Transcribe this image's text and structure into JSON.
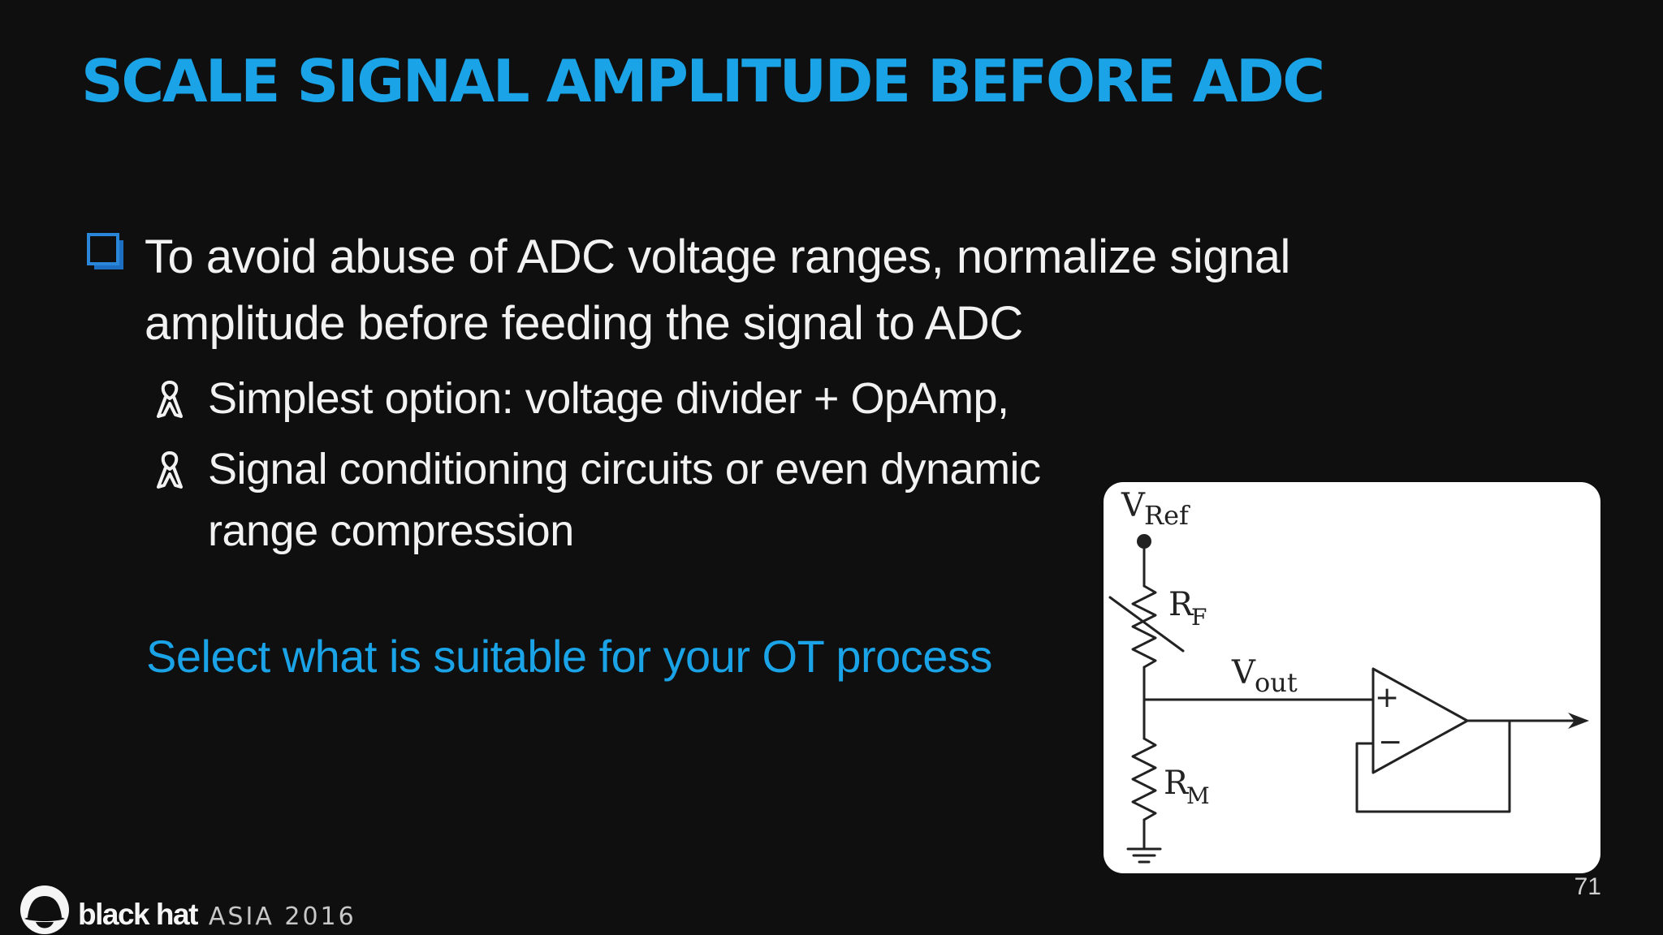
{
  "slide": {
    "title": "SCALE SIGNAL AMPLITUDE BEFORE ADC",
    "main_bullet": {
      "icon": "checkbox-icon",
      "text": "To avoid abuse of ADC voltage ranges, normalize signal amplitude before feeding the signal to ADC"
    },
    "sub_bullets": [
      {
        "icon": "ribbon-icon",
        "text": "Simplest option: voltage divider + OpAmp,"
      },
      {
        "icon": "ribbon-icon",
        "text": "Signal conditioning circuits or  even dynamic range compression"
      }
    ],
    "highlight": "Select what is suitable for your OT process",
    "page_number": "71"
  },
  "diagram": {
    "labels": {
      "vref_main": "V",
      "vref_sub": "Ref",
      "rf_main": "R",
      "rf_sub": "F",
      "vout_main": "V",
      "vout_sub": "out",
      "rm_main": "R",
      "rm_sub": "M",
      "plus": "+",
      "minus": "−"
    }
  },
  "footer": {
    "brand": "black hat",
    "event": "ASIA 2016",
    "logo_icon": "black-hat-logo-icon"
  },
  "colors": {
    "background": "#0f0f0f",
    "accent": "#1aa3e6",
    "text": "#f2f2f2",
    "icon_blue": "#1d6fc4"
  }
}
